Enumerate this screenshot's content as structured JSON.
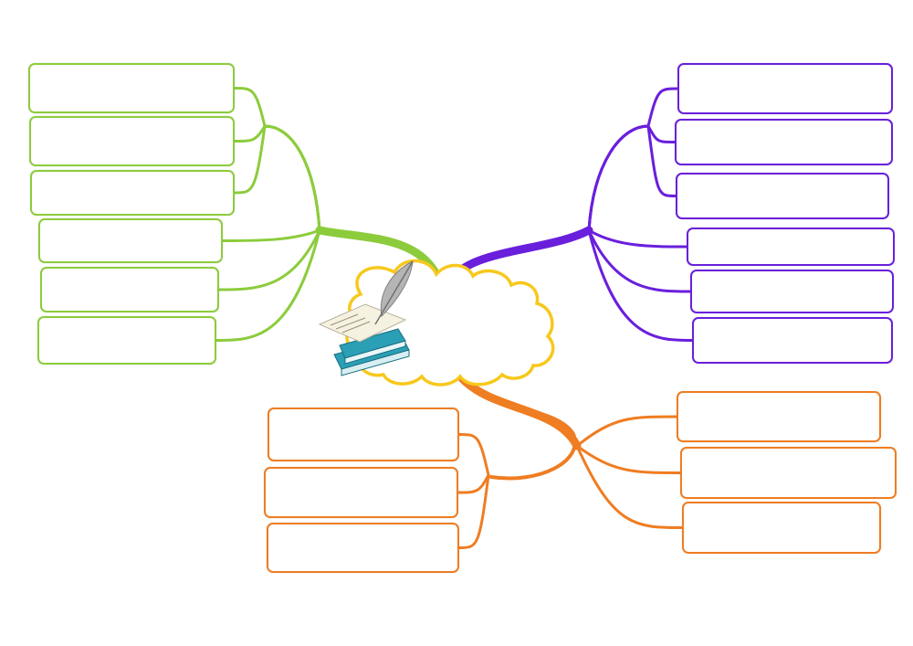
{
  "diagram": {
    "type": "mind-map",
    "center": {
      "label": "",
      "icon": "books-quill-icon",
      "shape": "cloud"
    },
    "colors": {
      "green": "#8ccc3c",
      "purple": "#6a1fdc",
      "orange": "#ef7d22",
      "cloud_outline": "#f7c81c"
    },
    "branches": [
      {
        "name": "left-upper-branch",
        "color_key": "green",
        "nodes": [
          {
            "label": ""
          },
          {
            "label": ""
          },
          {
            "label": ""
          },
          {
            "label": ""
          },
          {
            "label": ""
          },
          {
            "label": ""
          }
        ]
      },
      {
        "name": "right-upper-branch",
        "color_key": "purple",
        "nodes": [
          {
            "label": ""
          },
          {
            "label": ""
          },
          {
            "label": ""
          },
          {
            "label": ""
          },
          {
            "label": ""
          },
          {
            "label": ""
          }
        ]
      },
      {
        "name": "bottom-left-branch",
        "color_key": "orange",
        "nodes": [
          {
            "label": ""
          },
          {
            "label": ""
          },
          {
            "label": ""
          }
        ]
      },
      {
        "name": "bottom-right-branch",
        "color_key": "orange",
        "nodes": [
          {
            "label": ""
          },
          {
            "label": ""
          },
          {
            "label": ""
          }
        ]
      }
    ]
  }
}
